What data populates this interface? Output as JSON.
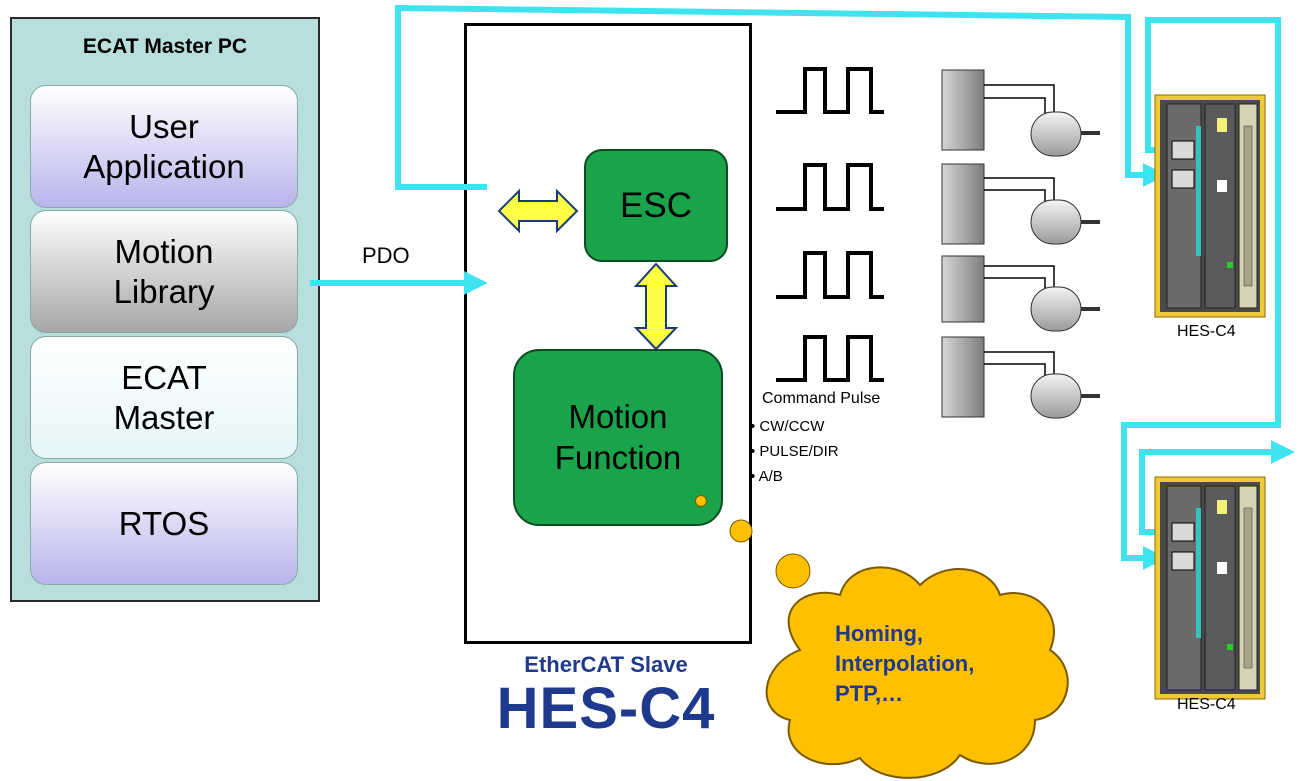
{
  "master": {
    "title": "ECAT Master PC",
    "layers": [
      {
        "label": "User\nApplication"
      },
      {
        "label": "Motion\nLibrary"
      },
      {
        "label": "ECAT\nMaster"
      },
      {
        "label": "RTOS"
      }
    ]
  },
  "link_label": "PDO",
  "slave": {
    "esc_label": "ESC",
    "motion_label": "Motion\nFunction",
    "caption": "EtherCAT Slave",
    "model": "HES-C4"
  },
  "command": {
    "title": "Command Pulse",
    "modes": [
      "• CW/CCW",
      "• PULSE/DIR",
      "• A/B"
    ]
  },
  "bubble": {
    "text": "Homing,\nInterpolation,\nPTP,…"
  },
  "devices": [
    {
      "label": "HES-C4"
    },
    {
      "label": "HES-C4"
    }
  ],
  "colors": {
    "network": "#3fe3ef",
    "block_green": "#1aa34a",
    "arrow_yellow": "#ffff44",
    "bubble_orange": "#ffc000",
    "caption_blue": "#1f3a8c",
    "panel_teal": "#b8dede"
  }
}
